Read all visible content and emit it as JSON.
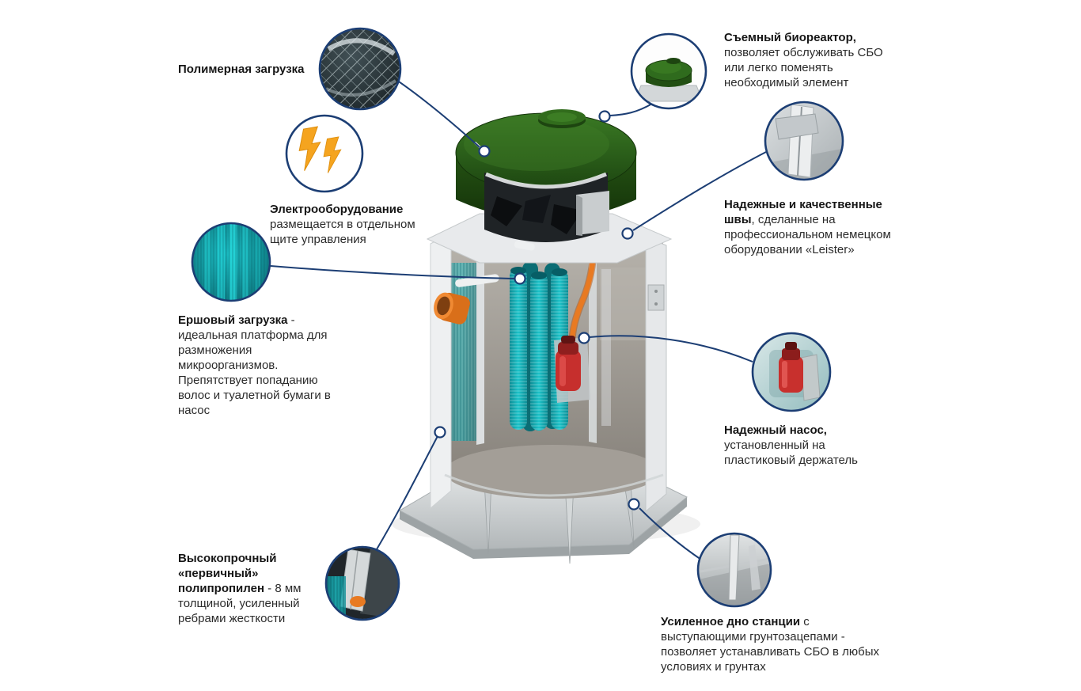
{
  "colors": {
    "background": "#ffffff",
    "connector": "#1c3e74",
    "text": "#222222",
    "lightning": "#f5a41f",
    "lid_green": "#2f6b1d",
    "brush_teal": "#14b0b6",
    "pump_red": "#c62f2d",
    "pipe_orange": "#e87a22"
  },
  "callouts": [
    {
      "id": "polymer",
      "icon": "polymer-mesh",
      "title": "Полимерная загрузка",
      "body": ""
    },
    {
      "id": "electro",
      "icon": "lightning-bolts",
      "title": "Электрооборудование",
      "body": " размещается в отдельном щите управления"
    },
    {
      "id": "ersh",
      "icon": "brush-media",
      "title": "Ершовый загрузка",
      "body": " - идеальная платформа для размножения микроорганизмов. Препятствует попаданию волос и туалетной бумаги в насос"
    },
    {
      "id": "polyprop",
      "icon": "polypropylene-wall",
      "title": "Высокопрочный «первичный» полипропилен",
      "body": " - 8 мм толщиной, усиленный ребрами жесткости"
    },
    {
      "id": "bioreactor",
      "icon": "bioreactor-lid",
      "title": "Съемный биореактор,",
      "body": " позволяет обслуживать СБО или легко поменять необходимый элемент"
    },
    {
      "id": "seams",
      "icon": "welded-seam",
      "title": "Надежные и качественные швы",
      "body": ", сделанные на профессиональном немецком оборудовании «Leister»"
    },
    {
      "id": "pump",
      "icon": "drain-pump",
      "title": "Надежный насос,",
      "body": " установленный на пластиковый держатель"
    },
    {
      "id": "bottom",
      "icon": "base-fins",
      "title": "Усиленное дно станции",
      "body": " с выступающими грунтозацепами - позволяет устанавливать СБО в любых условиях и грунтах"
    }
  ]
}
